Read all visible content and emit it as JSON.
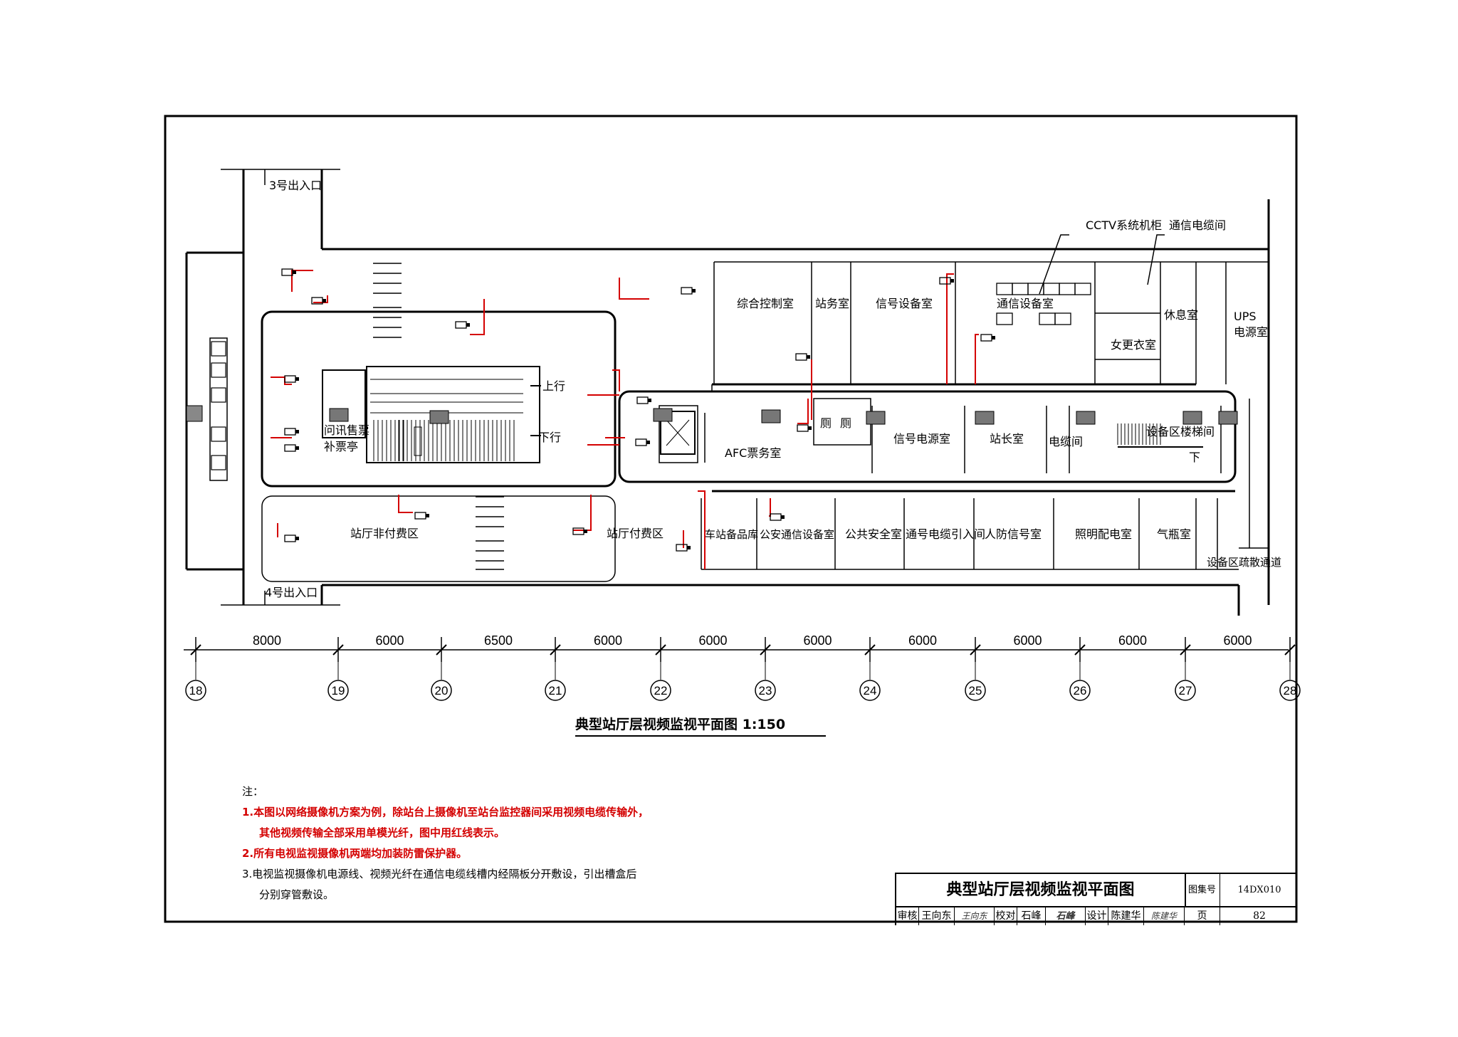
{
  "drawing": {
    "title": "典型站厅层视频监视平面图 1:150",
    "entrances": [
      "3号出入口",
      "4号出入口"
    ],
    "rooms": {
      "control": "综合控制室",
      "station_office": "站务室",
      "signal_equipment": "信号设备室",
      "comm_equipment": "通信设备室",
      "cctv_cabinet": "CCTV系统机柜",
      "comm_cable_room": "通信电缆间",
      "lounge": "休息室",
      "ups_1": "UPS",
      "ups_2": "电源室",
      "female_locker": "女更衣室",
      "up": "上行",
      "down": "下行",
      "ticket_1": "问讯售票",
      "ticket_2": "补票亭",
      "afc": "AFC票务室",
      "toilet_1": "厕",
      "toilet_2": "厕",
      "signal_power": "信号电源室",
      "station_master": "站长室",
      "elec_room": "电缆间",
      "equip_stair": "设备区楼梯间",
      "stair_down": "下",
      "unpaid": "站厅非付费区",
      "paid": "站厅付费区",
      "warehouse": "车站备品库",
      "police_comm": "公安通信设备室",
      "public_security": "公共安全室",
      "signal_cable_entry": "通号电缆引入间",
      "civil_defense": "人防信号室",
      "lighting": "照明配电室",
      "gas_cylinder": "气瓶室",
      "evacuation": "设备区疏散通道"
    },
    "dimensions": [
      "8000",
      "6000",
      "6500",
      "6000",
      "6000",
      "6000",
      "6000",
      "6000",
      "6000",
      "6000"
    ],
    "axes": [
      "18",
      "19",
      "20",
      "21",
      "22",
      "23",
      "24",
      "25",
      "26",
      "27",
      "28"
    ]
  },
  "notes": {
    "header": "注：",
    "line1": "1.本图以网络摄像机方案为例，除站台上摄像机至站台监控器间采用视频电缆传输外，",
    "line1b": "其他视频传输全部采用单模光纤，图中用红线表示。",
    "line2": "2.所有电视监视摄像机两端均加装防雷保护器。",
    "line3": "3.电视监视摄像机电源线、视频光纤在通信电缆线槽内经隔板分开敷设，引出槽盒后",
    "line3b": "分别穿管敷设。"
  },
  "title_block": {
    "title": "典型站厅层视频监视平面图",
    "atlas_label": "图集号",
    "atlas_no": "14DX010",
    "review_label": "审核",
    "reviewer": "王向东",
    "reviewer_sig": "王向东",
    "check_label": "校对",
    "checker": "石峰",
    "checker_sig": "石峰",
    "design_label": "设计",
    "designer": "陈建华",
    "designer_sig": "陈建华",
    "page_label": "页",
    "page_no": "82"
  },
  "colors": {
    "cable": "#d40000",
    "line": "#000000"
  }
}
